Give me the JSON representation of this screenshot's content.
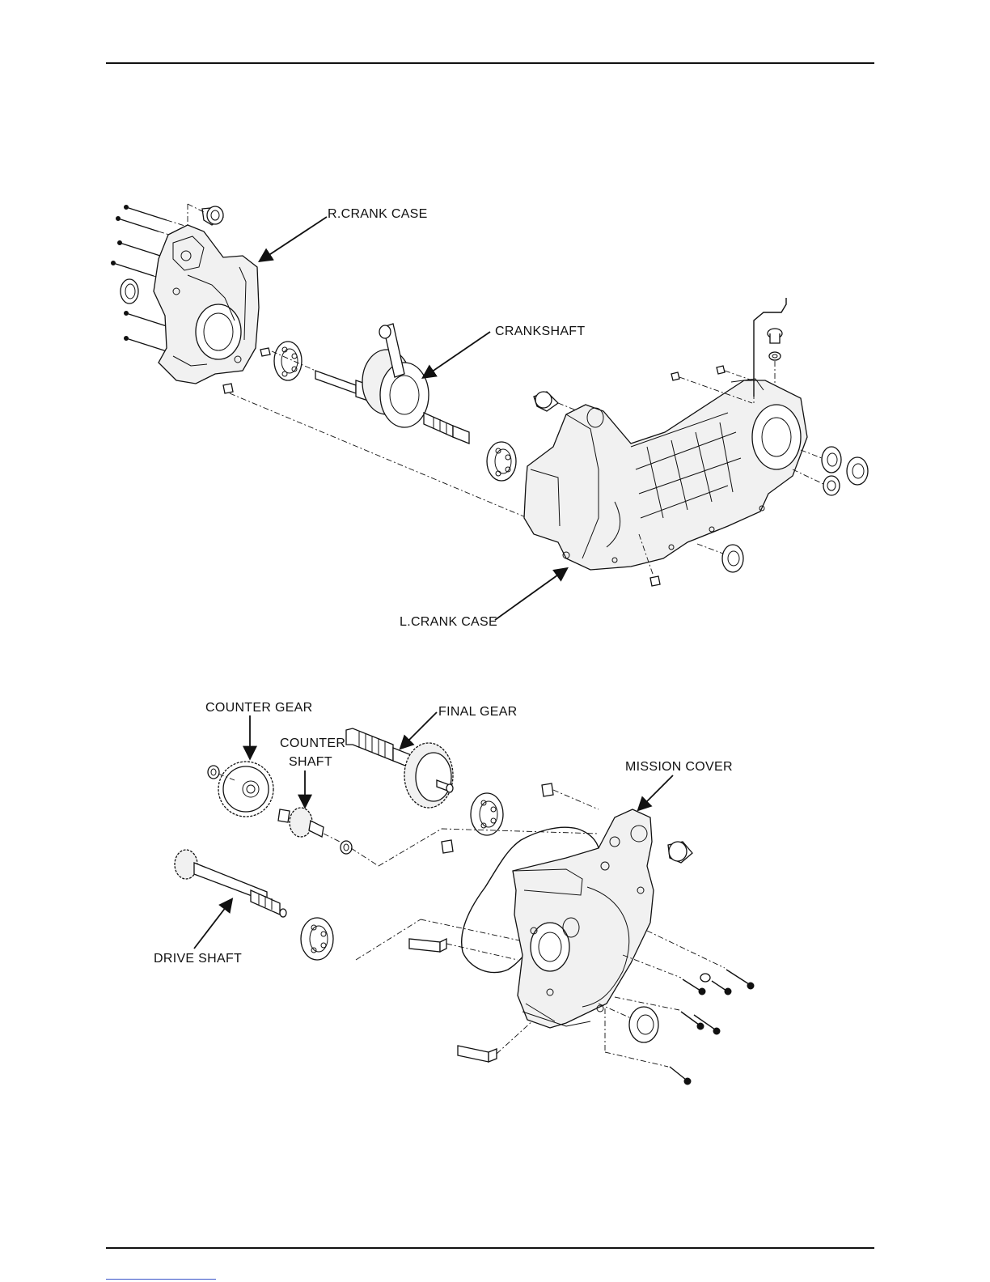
{
  "diagram": {
    "crankcase_assembly": {
      "labels": {
        "r_crank_case": "R.CRANK CASE",
        "crankshaft": "CRANKSHAFT",
        "l_crank_case": "L.CRANK CASE"
      }
    },
    "transmission_assembly": {
      "labels": {
        "counter_gear": "COUNTER GEAR",
        "counter_shaft_line1": "COUNTER",
        "counter_shaft_line2": "SHAFT",
        "final_gear": "FINAL GEAR",
        "mission_cover": "MISSION COVER",
        "drive_shaft": "DRIVE SHAFT"
      }
    }
  }
}
